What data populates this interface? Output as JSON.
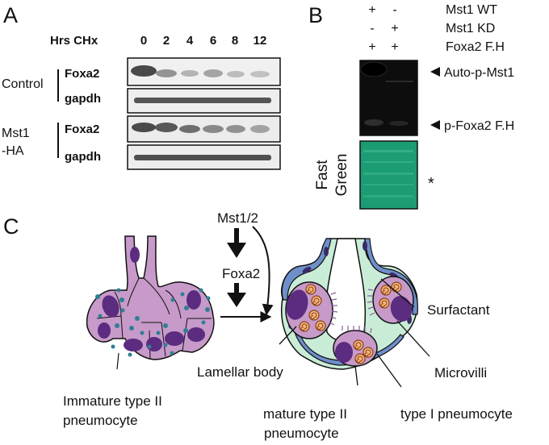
{
  "panel_a": {
    "letter": "A",
    "hrs_label": "Hrs CHx",
    "timepoints": [
      "0",
      "2",
      "4",
      "6",
      "8",
      "12"
    ],
    "group1": "Control",
    "group2_line1": "Mst1",
    "group2_line2": "-HA",
    "row_foxa2": "Foxa2",
    "row_gapdh": "gapdh"
  },
  "panel_b": {
    "letter": "B",
    "conditions": [
      {
        "label": "Mst1 WT",
        "lane1": "+",
        "lane2": "-"
      },
      {
        "label": "Mst1 KD",
        "lane1": "-",
        "lane2": "+"
      },
      {
        "label": "Foxa2 F.H",
        "lane1": "+",
        "lane2": "+"
      }
    ],
    "band1": "Auto-p-Mst1",
    "band2": "p-Foxa2 F.H",
    "stain_line1": "Fast",
    "stain_line2": "Green",
    "asterisk": "*"
  },
  "panel_c": {
    "letter": "C",
    "mst": "Mst1/2",
    "foxa2": "Foxa2",
    "immature_line1": "Immature type II",
    "immature_line2": "pneumocyte",
    "lamellar": "Lamellar body",
    "mature_line1": "mature type II",
    "mature_line2": "pneumocyte",
    "type1": "type I pneumocyte",
    "surfactant": "Surfactant",
    "microvilli": "Microvilli"
  },
  "colors": {
    "cell_purple": "#c79ac9",
    "nucleus": "#5b2c80",
    "granule_blue": "#2e7f93",
    "interstitium_green": "#c9ecd7",
    "capillary_blue": "#6e8fca",
    "lamellar_orange": "#e88a3c",
    "fast_green": "#1c9c74"
  }
}
